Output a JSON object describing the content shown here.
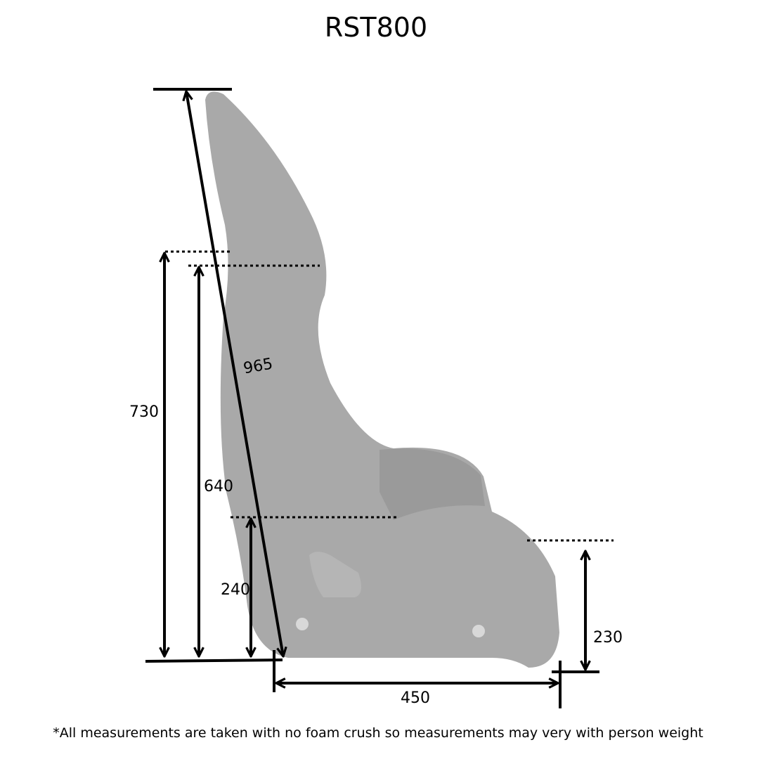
{
  "title": "RST800",
  "dimensions": {
    "overall_diagonal": "965",
    "shoulder_height": "730",
    "harness_height": "640",
    "hip_height": "240",
    "front_height": "230",
    "seat_depth": "450"
  },
  "footnote": "*All measurements are taken with no foam crush so measurements may very with person weight",
  "colors": {
    "seat": "#a9a9a9",
    "lines": "#000000"
  }
}
